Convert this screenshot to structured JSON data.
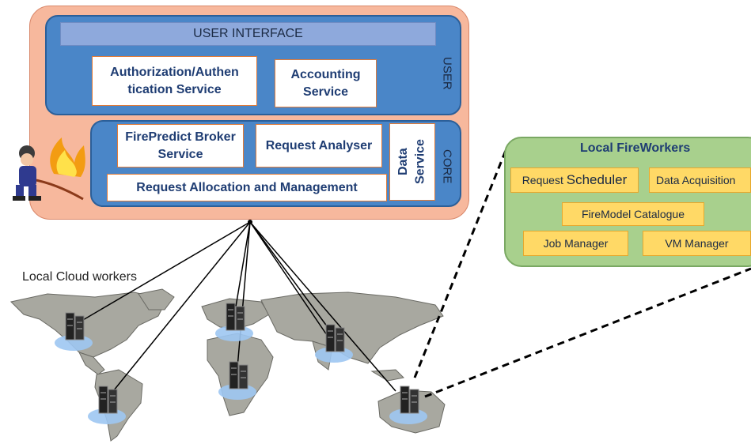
{
  "user_interface": "USER INTERFACE",
  "user_label": "USER",
  "core_label": "CORE",
  "auth_service": "Authorization/Authen tication Service",
  "accounting_service": "Accounting Service",
  "broker_service": "FirePredict Broker Service",
  "request_analyser": "Request Analyser",
  "data_service": "Data Service",
  "allocation": "Request Allocation and Management",
  "local_cloud_workers": "Local Cloud workers",
  "fireworkers": {
    "title": "Local FireWorkers",
    "request_scheduler_prefix": "Request ",
    "request_scheduler_suffix": "Scheduler",
    "data_acquisition": "Data Acquisition",
    "firemodel_catalogue": "FireModel Catalogue",
    "job_manager": "Job Manager",
    "vm_manager": "VM Manager"
  }
}
